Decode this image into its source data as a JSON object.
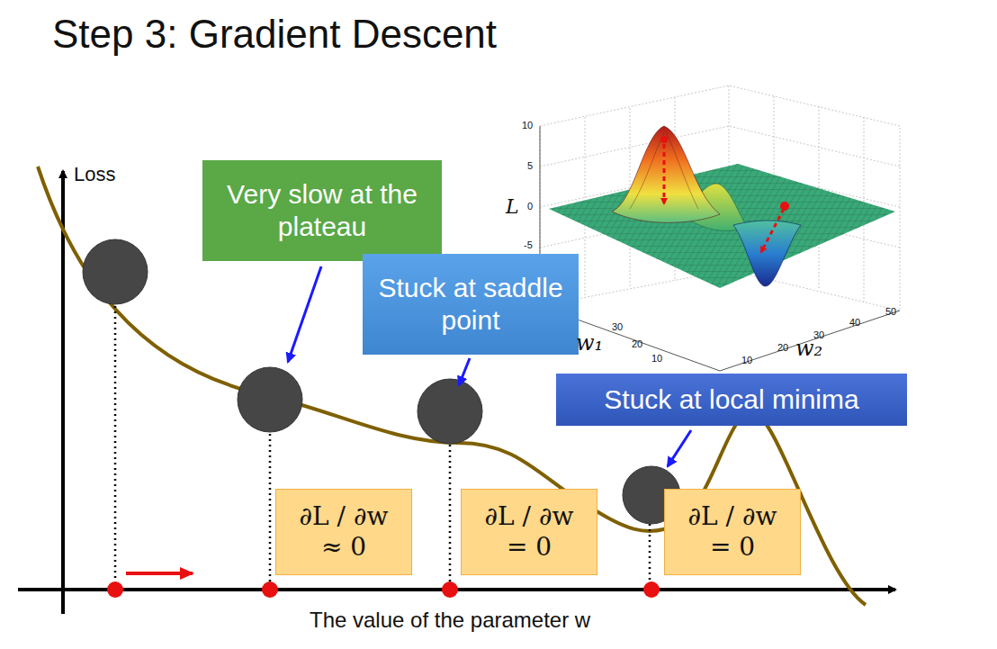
{
  "diagram": {
    "title": "Step 3: Gradient Descent",
    "nodes": [
      {
        "text": [
          "Very slow at the plateau"
        ]
      },
      {
        "text": [
          "Stuck at saddle point"
        ]
      },
      {
        "text": [
          "Stuck at local minima"
        ]
      },
      {
        "text": [
          "∂L / ∂w ≈ 0"
        ]
      },
      {
        "text": [
          "∂L / ∂w = 0"
        ]
      },
      {
        "text": [
          "∂L / ∂w = 0"
        ]
      }
    ],
    "labels": [
      "Loss",
      "The value of the parameter w",
      "10",
      "5",
      "0",
      "-5",
      "L",
      "w₁",
      "30",
      "20",
      "10",
      "w₂",
      "10",
      "20",
      "30",
      "40",
      "50"
    ]
  }
}
